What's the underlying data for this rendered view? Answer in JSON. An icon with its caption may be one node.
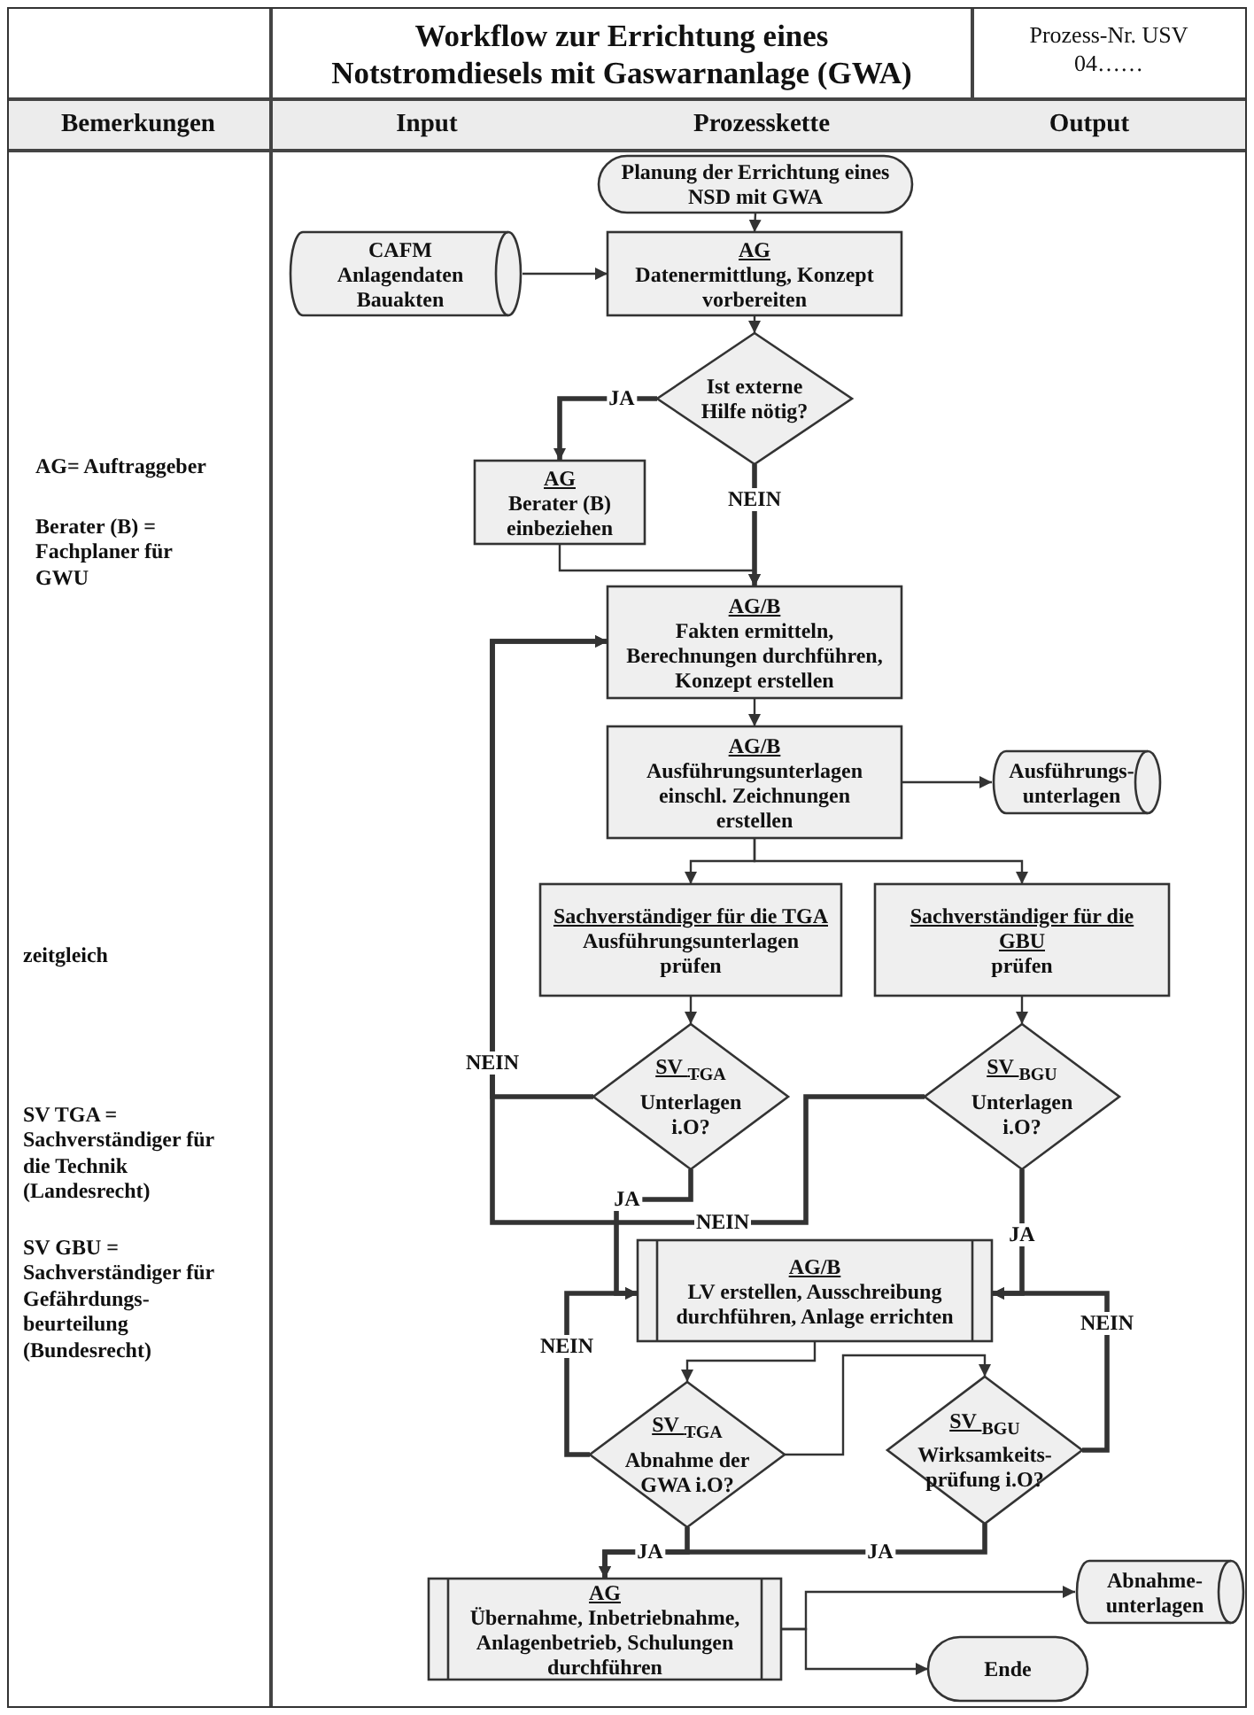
{
  "diagram": {
    "title": "Workflow zur Errichtung eines Notstromdiesels mit Gaswarnanlage (GWA)",
    "nodes": [
      {
        "text": [
          "Planung der Errichtung eines NSD mit GWA"
        ]
      },
      {
        "text": [
          "CAFM Anlagendaten Bauakten"
        ]
      },
      {
        "text": [
          "AG",
          "Datenermittlung, Konzept vorbereiten"
        ]
      },
      {
        "text": [
          "Ist externe Hilfe nötig?"
        ]
      },
      {
        "text": [
          "AG",
          "Berater (B) einbeziehen"
        ]
      },
      {
        "text": [
          "AG/B",
          "Fakten ermitteln, Berechnungen durchführen, Konzept erstellen"
        ]
      },
      {
        "text": [
          "AG/B",
          "Ausführungsunterlagen einschl. Zeichnungen erstellen"
        ]
      },
      {
        "text": [
          "Ausführungs-unterlagen"
        ]
      },
      {
        "text": [
          "Sachverständiger für die TGA",
          "Ausführungsunterlagen prüfen"
        ]
      },
      {
        "text": [
          "Sachverständiger für die GBU",
          "prüfen"
        ]
      },
      {
        "text": [
          "SV $_{TGA}$",
          "Unterlagen i.O?"
        ]
      },
      {
        "text": [
          "SV $_{BGU}$",
          "Unterlagen i.O?"
        ]
      },
      {
        "text": [
          "AG/B",
          "LV erstellen, Ausschreibung durchführen, Anlage errichten"
        ]
      },
      {
        "text": [
          "SV $_{TGA}$",
          "Abnahme der GWA i.O?"
        ]
      },
      {
        "text": [
          "SV $_{BGU}$",
          "Wirksamkeits-prüfung i.O?"
        ]
      },
      {
        "text": [
          "AG",
          "Übernahme, Inbetriebnahme, Anlagenbetrieb, Schulungen durchführen"
        ]
      },
      {
        "text": [
          "Abnahme-unterlagen"
        ]
      },
      {
        "text": [
          "Ende"
        ]
      }
    ],
    "edges": [
      {
        "from": 0,
        "to": 2,
        "arrow": "to"
      },
      {
        "from": 1,
        "to": 2,
        "arrow": "to"
      },
      {
        "from": 2,
        "to": 3,
        "arrow": "to"
      },
      {
        "from": 3,
        "to": 4,
        "arrow": "to",
        "label": "JA",
        "style": "thick"
      },
      {
        "from": 3,
        "to": 5,
        "arrow": "to",
        "label": "NEIN",
        "style": "thick"
      },
      {
        "from": 4,
        "to": 5,
        "arrow": "to"
      },
      {
        "from": 5,
        "to": 6,
        "arrow": "to"
      },
      {
        "from": 6,
        "to": 7,
        "arrow": "to"
      },
      {
        "from": 6,
        "to": 8,
        "arrow": "to"
      },
      {
        "from": 6,
        "to": 9,
        "arrow": "to"
      },
      {
        "from": 8,
        "to": 10,
        "arrow": "to"
      },
      {
        "from": 9,
        "to": 11,
        "arrow": "to"
      },
      {
        "from": 10,
        "to": 5,
        "arrow": "to",
        "label": "NEIN",
        "style": "thick"
      },
      {
        "from": 11,
        "to": 5,
        "arrow": "to",
        "label": "NEIN",
        "style": "thick"
      },
      {
        "from": 10,
        "to": 12,
        "arrow": "to",
        "label": "JA",
        "style": "thick"
      },
      {
        "from": 11,
        "to": 12,
        "arrow": "to",
        "label": "JA",
        "style": "thick"
      },
      {
        "from": 12,
        "to": 13,
        "arrow": "to"
      },
      {
        "from": 13,
        "to": 14,
        "arrow": "to"
      },
      {
        "from": 13,
        "to": 12,
        "arrow": "to",
        "label": "NEIN",
        "style": "thick"
      },
      {
        "from": 14,
        "to": 12,
        "arrow": "to",
        "label": "NEIN",
        "style": "thick"
      },
      {
        "from": 13,
        "to": 15,
        "arrow": "to",
        "label": "JA",
        "style": "thick"
      },
      {
        "from": 14,
        "to": 15,
        "arrow": "to",
        "label": "JA",
        "style": "thick"
      },
      {
        "from": 15,
        "to": 16,
        "arrow": "to"
      },
      {
        "from": 15,
        "to": 17,
        "arrow": "to"
      }
    ],
    "labels": [
      "Prozess-Nr. USV 04……",
      "Bemerkungen",
      "Input",
      "Prozesskette",
      "Output",
      "AG= Auftraggeber",
      "Berater (B) = Fachplaner für GWU",
      "zeitgleich",
      "SV TGA = Sachverständiger für die Technik (Landesrecht)",
      "SV GBU = Sachverständiger für Gefährdungs-beurteilung (Bundesrecht)"
    ]
  }
}
